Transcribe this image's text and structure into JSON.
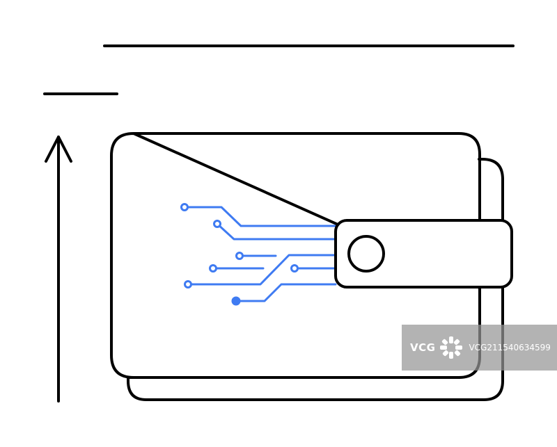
{
  "illustration": {
    "subject": "wallet-with-circuit-lines-and-up-arrow",
    "colors": {
      "outline": "#000000",
      "circuit": "#3f7bf2",
      "background": "#ffffff"
    }
  },
  "watermark": {
    "brand": "VCG",
    "id": "VCG211540634599"
  }
}
